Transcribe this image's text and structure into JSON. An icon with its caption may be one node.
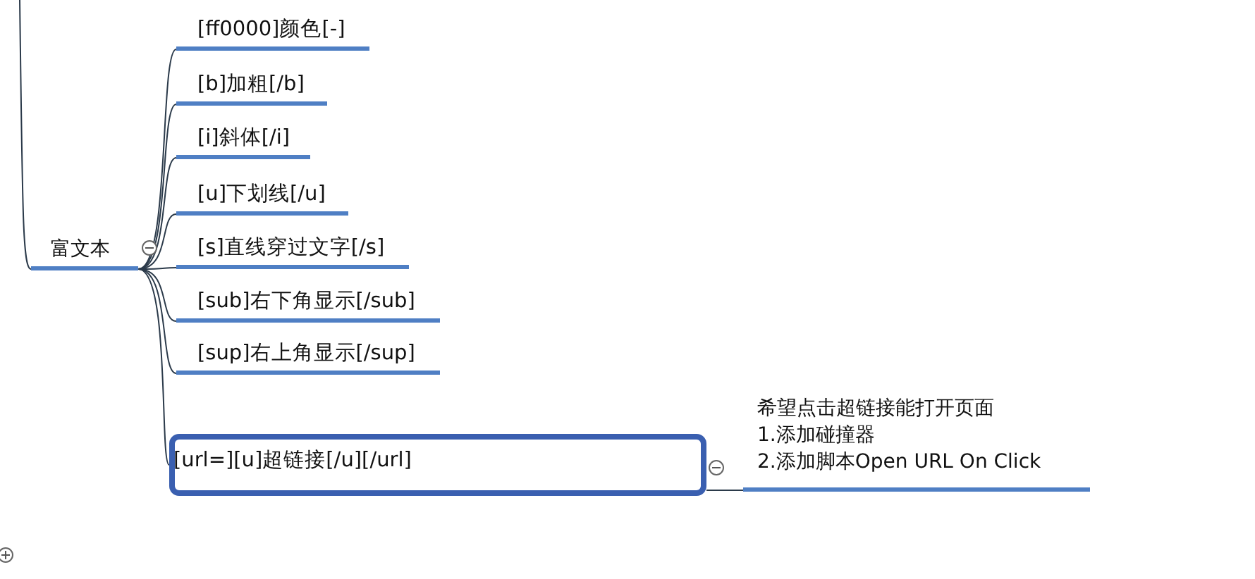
{
  "diagram": {
    "nodes": [
      {
        "text": [
          "富文本"
        ]
      },
      {
        "text": [
          "[ff0000]颜色[-]"
        ]
      },
      {
        "text": [
          "[b]加粗[/b]"
        ]
      },
      {
        "text": [
          "[i]斜体[/i]"
        ]
      },
      {
        "text": [
          "[u]下划线[/u]"
        ]
      },
      {
        "text": [
          "[s]直线穿过文字[/s]"
        ]
      },
      {
        "text": [
          "[sub]右下角显示[/sub]"
        ]
      },
      {
        "text": [
          "[sup]右上角显示[/sup]"
        ]
      },
      {
        "text": [
          "[url=][u]超链接[/u][/url]"
        ]
      },
      {
        "text": [
          "希望点击超链接能打开页面",
          "1.添加碰撞器",
          "2.添加脚本Open URL On Click"
        ]
      }
    ],
    "edges": [
      {
        "from": null,
        "to": 0,
        "arrow": "none"
      },
      {
        "from": 0,
        "to": 1,
        "arrow": "none"
      },
      {
        "from": 0,
        "to": 2,
        "arrow": "none"
      },
      {
        "from": 0,
        "to": 3,
        "arrow": "none"
      },
      {
        "from": 0,
        "to": 4,
        "arrow": "none"
      },
      {
        "from": 0,
        "to": 5,
        "arrow": "none"
      },
      {
        "from": 0,
        "to": 6,
        "arrow": "none"
      },
      {
        "from": 0,
        "to": 7,
        "arrow": "none"
      },
      {
        "from": 0,
        "to": 8,
        "arrow": "none"
      },
      {
        "from": 8,
        "to": 9,
        "arrow": "none"
      }
    ]
  }
}
